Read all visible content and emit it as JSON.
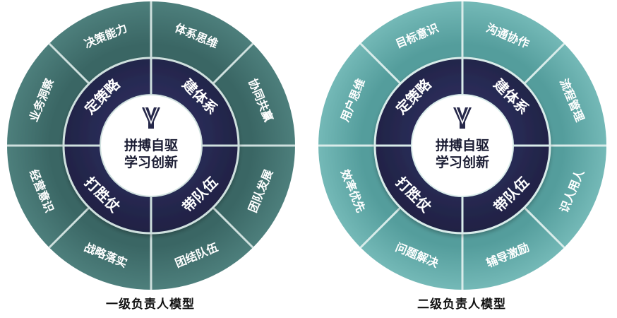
{
  "models": [
    {
      "caption": "一级负责人模型",
      "colors": {
        "outer": "#3e6b69",
        "outer_light": "#4d7f7c",
        "divider": "#cfe0de",
        "middle": "#26284a",
        "center": "#ffffff",
        "text_dark": "#1a1c33",
        "text_light": "#ffffff"
      },
      "center_lines": [
        "拼搏自驱",
        "学习创新"
      ],
      "inner": [
        "定策略",
        "建体系",
        "带队伍",
        "打胜仗"
      ],
      "outer": [
        "决策能力",
        "体系思维",
        "协同共赢",
        "团队发展",
        "团结队伍",
        "战略落实",
        "经营意识",
        "业务洞察"
      ]
    },
    {
      "caption": "二级负责人模型",
      "colors": {
        "outer": "#5aa3a2",
        "outer_light": "#6fb5b3",
        "divider": "#d9ecea",
        "middle": "#26284a",
        "center": "#ffffff",
        "text_dark": "#1a1c33",
        "text_light": "#ffffff"
      },
      "center_lines": [
        "拼搏自驱",
        "学习创新"
      ],
      "inner": [
        "定策略",
        "建体系",
        "带队伍",
        "打胜仗"
      ],
      "outer": [
        "目标意识",
        "沟通协作",
        "流程管理",
        "识人用人",
        "辅导激励",
        "问题解决",
        "效率优先",
        "用户思维"
      ]
    }
  ]
}
